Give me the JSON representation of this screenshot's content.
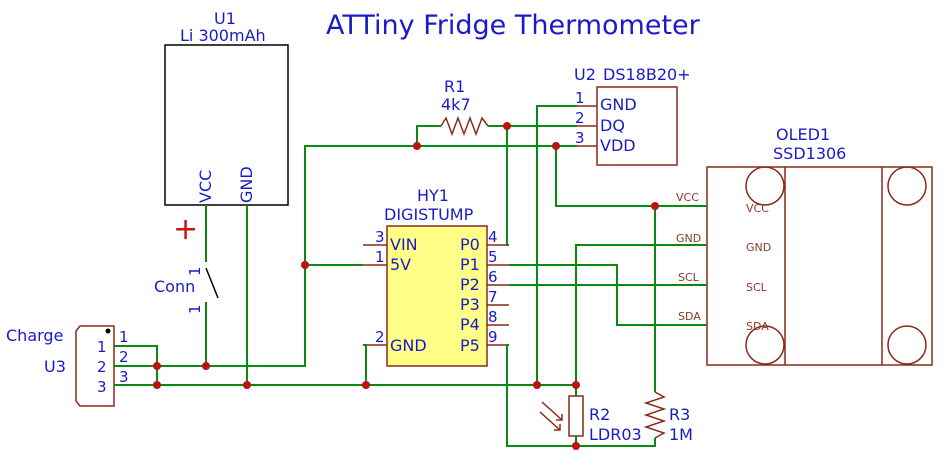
{
  "title": "ATTiny Fridge Thermometer",
  "components": {
    "u1": {
      "ref": "U1",
      "value": "Li 300mAh",
      "pin_vcc": "VCC",
      "pin_gnd": "GND",
      "plus_sign": "+"
    },
    "conn": {
      "label": "Conn",
      "pin_top": "1",
      "pin_bottom": "1"
    },
    "r1": {
      "ref": "R1",
      "value": "4k7"
    },
    "u2": {
      "ref": "U2",
      "value": "DS18B20+",
      "pins": [
        {
          "num": "1",
          "name": "GND"
        },
        {
          "num": "2",
          "name": "DQ"
        },
        {
          "num": "3",
          "name": "VDD"
        }
      ]
    },
    "hy1": {
      "ref": "HY1",
      "value": "DIGISTUMP",
      "left_pins": [
        {
          "num": "3",
          "name": "VIN"
        },
        {
          "num": "1",
          "name": "5V"
        },
        {
          "num": "2",
          "name": "GND"
        }
      ],
      "right_pins": [
        {
          "num": "4",
          "name": "P0"
        },
        {
          "num": "5",
          "name": "P1"
        },
        {
          "num": "6",
          "name": "P2"
        },
        {
          "num": "7",
          "name": "P3"
        },
        {
          "num": "8",
          "name": "P4"
        },
        {
          "num": "9",
          "name": "P5"
        }
      ]
    },
    "oled1": {
      "ref": "OLED1",
      "value": "SSD1306",
      "net_labels": [
        "VCC",
        "GND",
        "SCL",
        "SDA"
      ],
      "pin_labels": [
        "VCC",
        "GND",
        "SCL",
        "SDA"
      ]
    },
    "u3": {
      "ref": "U3",
      "value": "Charge",
      "inner_pins": [
        "1",
        "2",
        "3"
      ],
      "outer_pins": [
        "1",
        "2",
        "3"
      ]
    },
    "r2": {
      "ref": "R2",
      "value": "LDR03"
    },
    "r3": {
      "ref": "R3",
      "value": "1M"
    }
  },
  "colors": {
    "label": "#1a1ac8",
    "wire": "#0a8a12",
    "part": "#8a2a1a",
    "ic_fill": "#ffff88",
    "junction": "#c01010"
  }
}
